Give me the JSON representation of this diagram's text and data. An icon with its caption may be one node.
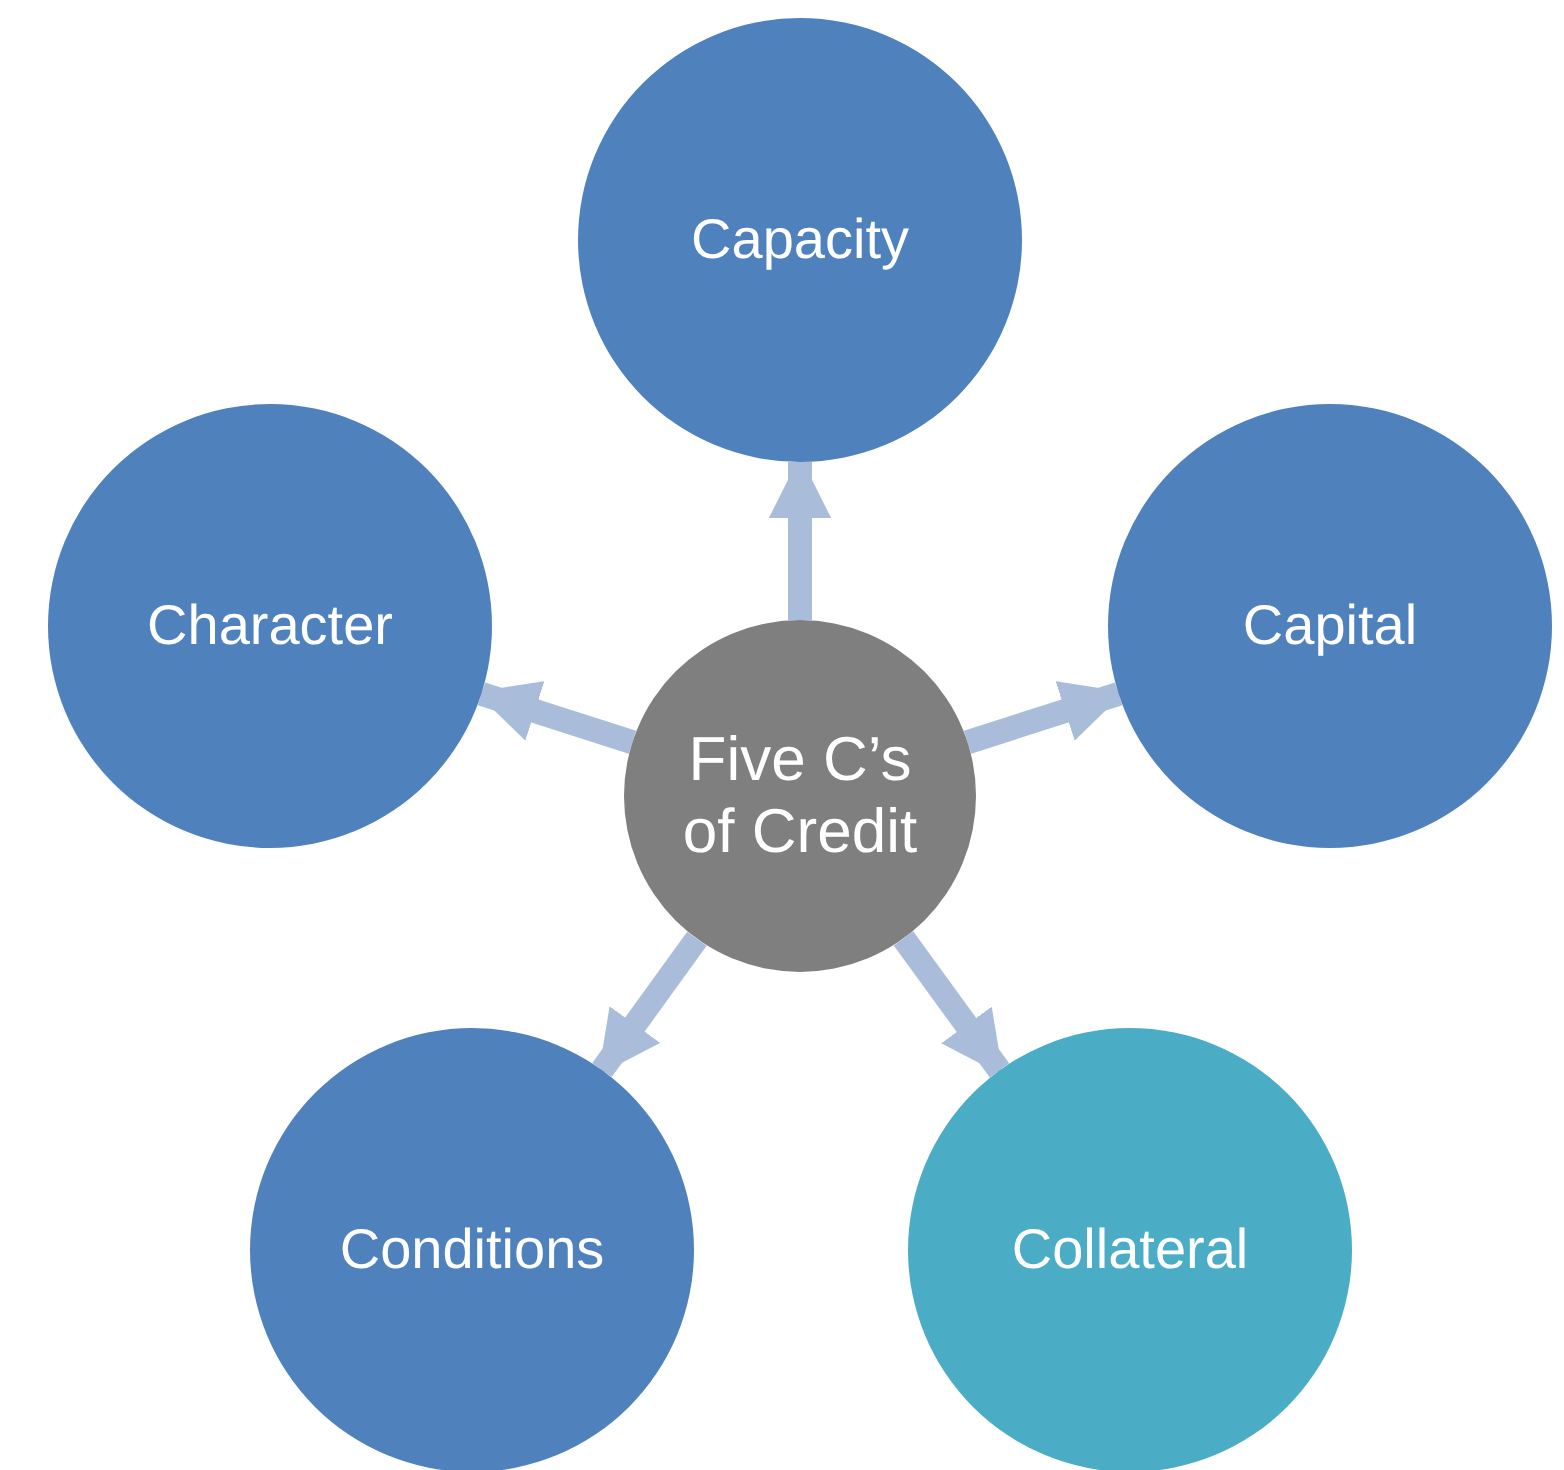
{
  "diagram": {
    "nodes": [
      {
        "text": [
          "Five C’s of Credit"
        ]
      },
      {
        "text": [
          "Capacity"
        ]
      },
      {
        "text": [
          "Capital"
        ]
      },
      {
        "text": [
          "Collateral"
        ]
      },
      {
        "text": [
          "Conditions"
        ]
      },
      {
        "text": [
          "Character"
        ]
      }
    ],
    "edges": [
      {
        "from": 0,
        "to": 1,
        "arrow": "to"
      },
      {
        "from": 0,
        "to": 2,
        "arrow": "to"
      },
      {
        "from": 0,
        "to": 3,
        "arrow": "to"
      },
      {
        "from": 0,
        "to": 4,
        "arrow": "to"
      },
      {
        "from": 0,
        "to": 5,
        "arrow": "to"
      }
    ]
  }
}
